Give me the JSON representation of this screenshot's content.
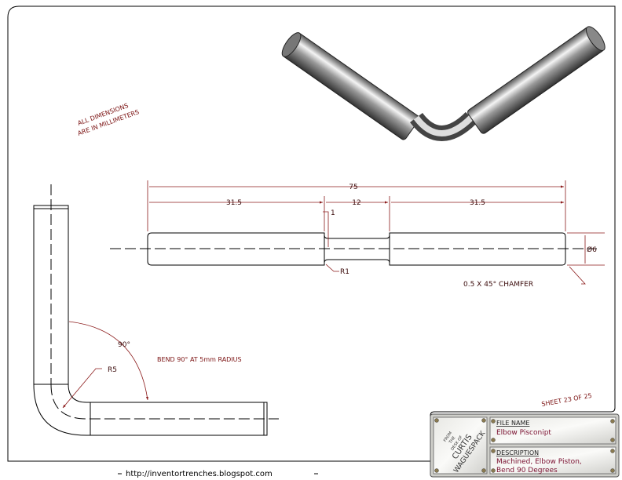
{
  "notes": {
    "units_line1": "ALL DIMENSIONS",
    "units_line2": "ARE IN MILLIMETERS",
    "bend": "BEND 90° AT 5mm RADIUS",
    "chamfer": "0.5 X 45° CHAMFER",
    "sheet": "SHEET 23  OF 25",
    "url": "http://inventortrenches.blogspot.com"
  },
  "dimensions": {
    "overall": "75",
    "left": "31.5",
    "center": "12",
    "right": "31.5",
    "depth": "1",
    "fillet": "R1",
    "diameter": "Ø6",
    "angle": "90°",
    "bend_radius": "R5"
  },
  "title_block": {
    "logo_from": "FROM",
    "logo_the": "THE",
    "logo_desk": "DESK OF",
    "logo_name1": "CURTIS",
    "logo_name2": "WAGUESPACK",
    "file_name_label": "FILE NAME",
    "file_name_value": "Elbow Pisconipt",
    "description_label": "DESCRIPTION",
    "description_line1": "Machined, Elbow Piston,",
    "description_line2": "Bend 90 Degrees"
  },
  "colors": {
    "dimension": "#8b1a1a",
    "outline": "#000000",
    "title_text": "#7a1030"
  }
}
